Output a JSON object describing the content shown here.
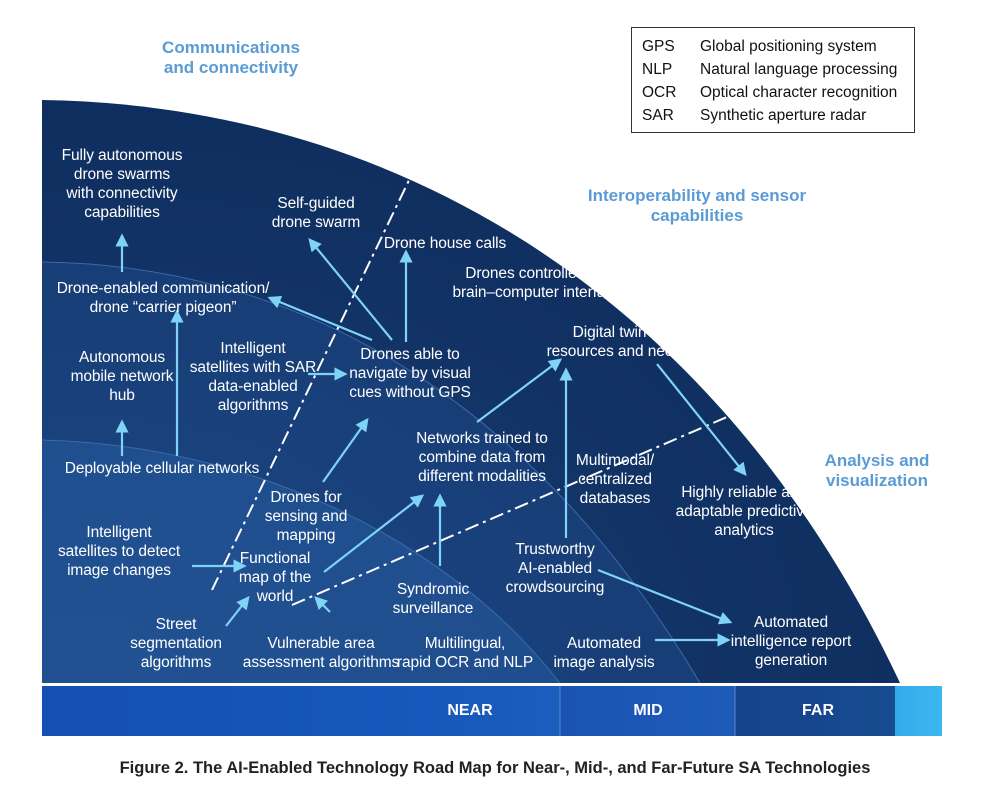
{
  "sectors": {
    "communications": "Communications\nand connectivity",
    "interoperability": "Interoperability and sensor\ncapabilities",
    "analysis": "Analysis and\nvisualization"
  },
  "legend": [
    {
      "abbr": "GPS",
      "definition": "Global positioning system"
    },
    {
      "abbr": "NLP",
      "definition": "Natural language processing"
    },
    {
      "abbr": "OCR",
      "definition": "Optical character recognition"
    },
    {
      "abbr": "SAR",
      "definition": "Synthetic aperture radar"
    }
  ],
  "timeline": {
    "near": "NEAR",
    "mid": "MID",
    "far": "FAR"
  },
  "nodes": {
    "fully_autonomous": "Fully autonomous\ndrone swarms\nwith connectivity\ncapabilities",
    "self_guided": "Self-guided\ndrone swarm",
    "house_calls": "Drone house calls",
    "brain_computer": "Drones controlled via\nbrain–computer interface",
    "carrier_pigeon": "Drone-enabled communication/\ndrone “carrier pigeon”",
    "autonomous_hub": "Autonomous\nmobile network\nhub",
    "sar_satellites": "Intelligent\nsatellites with SAR\ndata-enabled\nalgorithms",
    "visual_nav": "Drones able to\nnavigate by visual\ncues without GPS",
    "digital_twin": "Digital twin of\nresources and needs",
    "cellular": "Deployable cellular networks",
    "networks_trained": "Networks trained to\ncombine data from\ndifferent modalities",
    "multimodal_db": "Multimodal/\ncentralized\ndatabases",
    "predictive": "Highly reliable and\nadaptable predictive\nanalytics",
    "sensing_mapping": "Drones for\nsensing and\nmapping",
    "detect_changes": "Intelligent\nsatellites to detect\nimage changes",
    "functional_map": "Functional\nmap of the\nworld",
    "trustworthy": "Trustworthy\nAI-enabled\ncrowdsourcing",
    "syndromic": "Syndromic\nsurveillance",
    "street_seg": "Street\nsegmentation\nalgorithms",
    "vulnerable": "Vulnerable area\nassessment algorithms",
    "multilingual": "Multilingual,\nrapid OCR and NLP",
    "auto_image": "Automated\nimage analysis",
    "auto_report": "Automated\nintelligence report\ngeneration"
  },
  "caption": "Figure 2.  The AI-Enabled Technology Road Map for Near-, Mid-, and Far-Future SA Technologies",
  "colors": {
    "outer": "#0f2e5f",
    "middle": "#153a72",
    "inner": "#1d4b8a",
    "arrow": "#7fd3f7",
    "sector_label": "#5b9bd5",
    "timeline_light": "#35b6ee",
    "timeline_mid": "#1b64c8"
  }
}
